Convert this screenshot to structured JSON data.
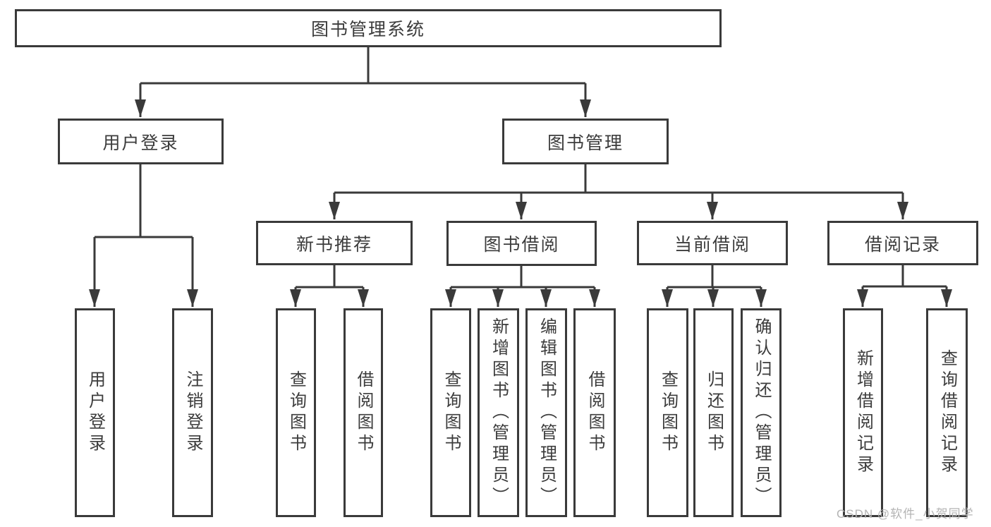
{
  "diagram": {
    "type": "hierarchy-tree",
    "orientation": "top-down",
    "title": "图书管理系统"
  },
  "tree": {
    "label": "图书管理系统",
    "children": [
      {
        "label": "用户登录",
        "children": [
          {
            "label": "用户登录"
          },
          {
            "label": "注销登录"
          }
        ]
      },
      {
        "label": "图书管理",
        "children": [
          {
            "label": "新书推荐",
            "children": [
              {
                "label": "查询图书"
              },
              {
                "label": "借阅图书"
              }
            ]
          },
          {
            "label": "图书借阅",
            "children": [
              {
                "label": "查询图书"
              },
              {
                "label": "新增图书（管理员）"
              },
              {
                "label": "编辑图书（管理员）"
              },
              {
                "label": "借阅图书"
              }
            ]
          },
          {
            "label": "当前借阅",
            "children": [
              {
                "label": "查询图书"
              },
              {
                "label": "归还图书"
              },
              {
                "label": "确认归还（管理员）"
              }
            ]
          },
          {
            "label": "借阅记录",
            "children": [
              {
                "label": "新增借阅记录"
              },
              {
                "label": "查询借阅记录"
              }
            ]
          }
        ]
      }
    ]
  },
  "watermark": {
    "text": "CSDN @软件_小贺同学"
  },
  "colors": {
    "line": "#3a3a3a",
    "text": "#3c3c3c",
    "background": "#ffffff",
    "watermark": "#b4b4b4"
  }
}
